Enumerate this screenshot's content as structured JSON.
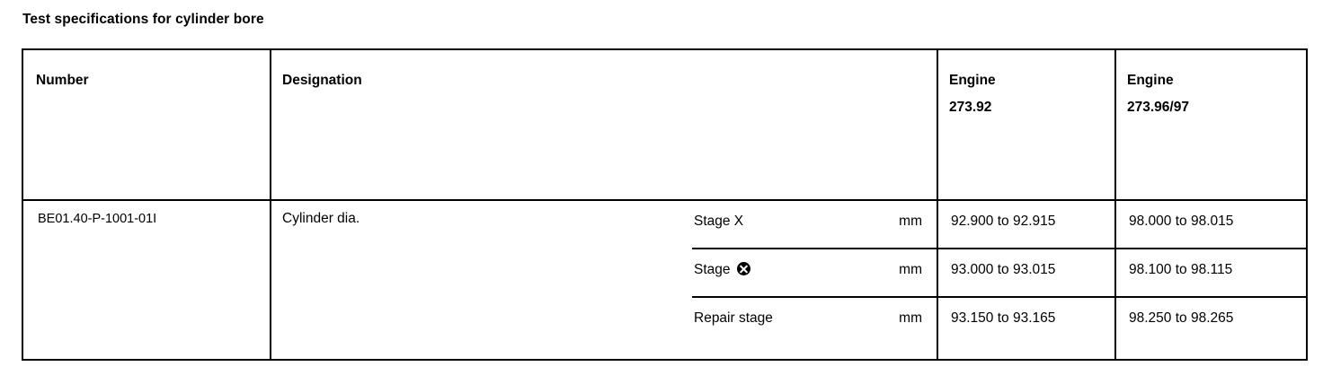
{
  "title": "Test specifications for cylinder bore",
  "table": {
    "headers": {
      "number": "Number",
      "designation": "Designation",
      "engine_1_line1": "Engine",
      "engine_1_line2": "273.92",
      "engine_2_line1": "Engine",
      "engine_2_line2": "273.96/97"
    },
    "rows": [
      {
        "number": "BE01.40-P-1001-01I",
        "designation": "Cylinder dia.",
        "subrows": [
          {
            "label": "Stage X",
            "symbol": null,
            "unit": "mm",
            "engine_273_92": "92.900 to 92.915",
            "engine_273_96_97": "98.000 to 98.015"
          },
          {
            "label": "Stage",
            "symbol": "circled-x-icon",
            "unit": "mm",
            "engine_273_92": "93.000 to 93.015",
            "engine_273_96_97": "98.100 to 98.115"
          },
          {
            "label": "Repair stage",
            "symbol": null,
            "unit": "mm",
            "engine_273_92": "93.150 to 93.165",
            "engine_273_96_97": "98.250 to 98.265"
          }
        ]
      }
    ]
  }
}
